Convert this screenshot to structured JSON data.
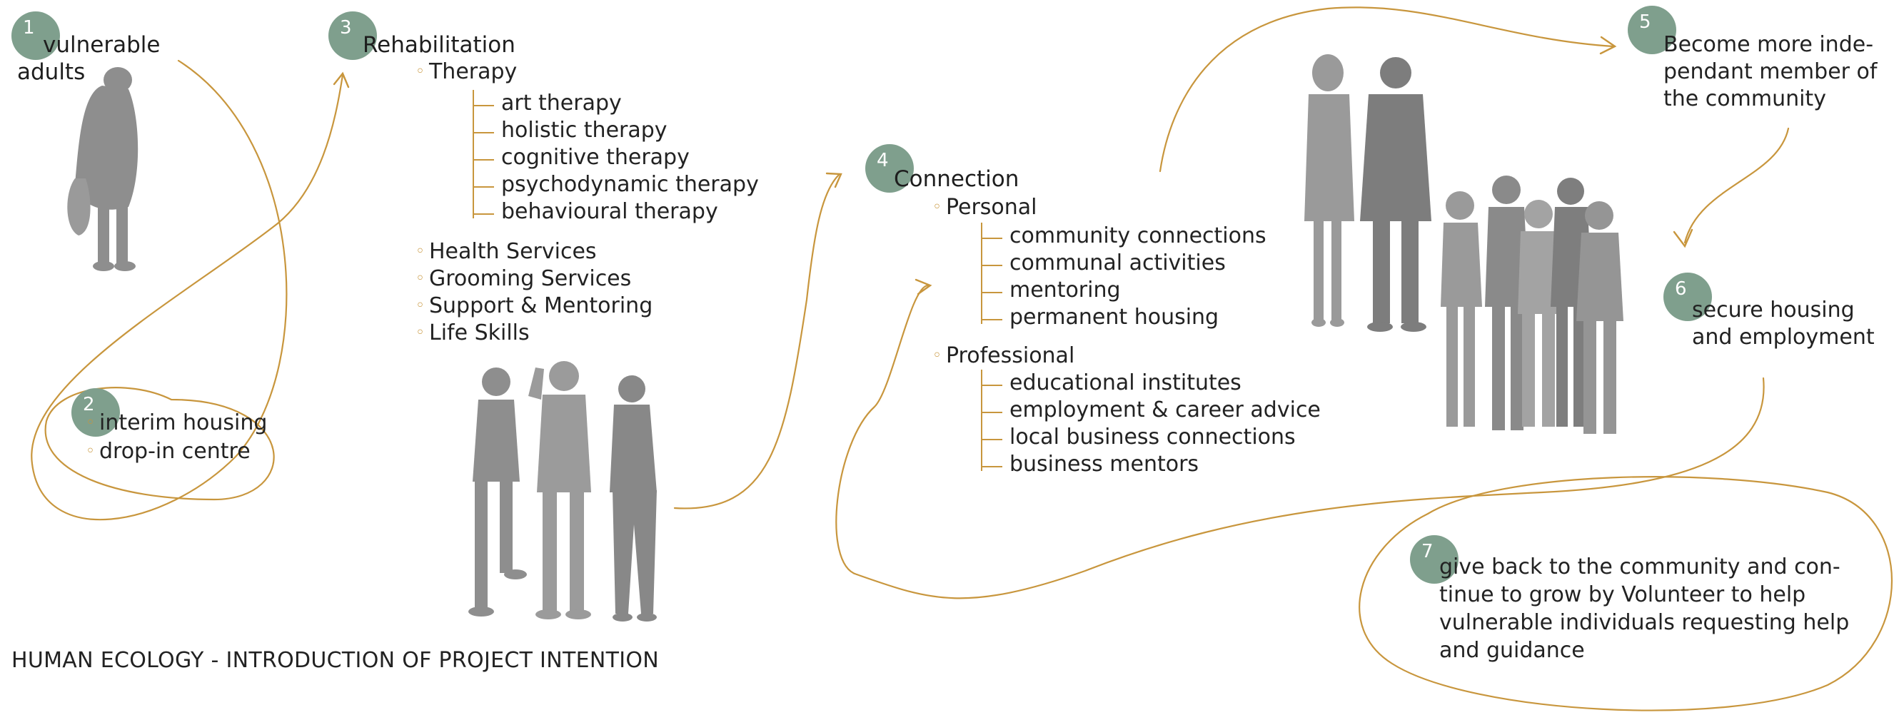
{
  "colors": {
    "accent": "#c8963d",
    "badge": "#7f9f8d",
    "silhouette": "#8e8e8e"
  },
  "steps": [
    {
      "number": "1",
      "title": "vulnerable",
      "title2": "adults"
    },
    {
      "number": "2",
      "items": [
        "interim housing",
        "drop-in centre"
      ]
    },
    {
      "number": "3",
      "title": "Rehabilitation",
      "group1": "Therapy",
      "therapies": [
        "art therapy",
        "holistic therapy",
        "cognitive therapy",
        "psychodynamic therapy",
        "behavioural therapy"
      ],
      "services": [
        "Health Services",
        "Grooming Services",
        "Support & Mentoring",
        "Life Skills"
      ]
    },
    {
      "number": "4",
      "title": "Connection",
      "personal_label": "Personal",
      "personal": [
        "community connections",
        "communal activities",
        "mentoring",
        "permanent housing"
      ],
      "professional_label": "Professional",
      "professional": [
        "educational institutes",
        "employment & career advice",
        "local business connections",
        "business mentors"
      ]
    },
    {
      "number": "5",
      "lines": [
        "Become more inde-",
        "pendant member of",
        "the community"
      ]
    },
    {
      "number": "6",
      "lines": [
        "secure housing",
        "and employment"
      ]
    },
    {
      "number": "7",
      "lines": [
        "give back to the community and con-",
        "tinue to grow by Volunteer to help",
        "vulnerable individuals requesting help",
        "and guidance"
      ]
    }
  ],
  "caption": "HUMAN ECOLOGY - INTRODUCTION OF PROJECT INTENTION"
}
